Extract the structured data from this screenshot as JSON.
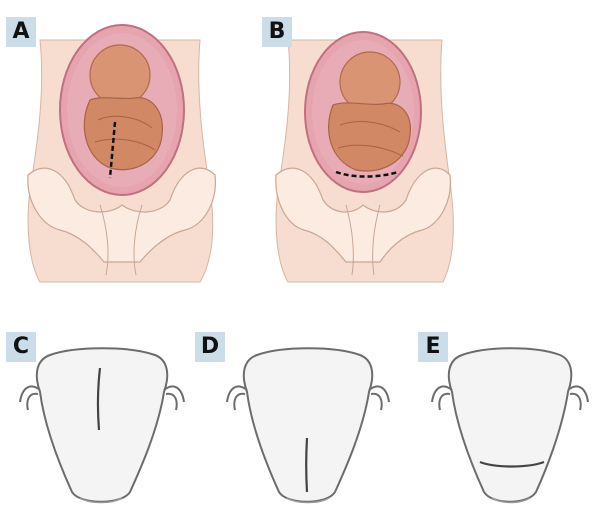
{
  "panels": [
    {
      "id": "A",
      "label": "A"
    },
    {
      "id": "B",
      "label": "B"
    },
    {
      "id": "C",
      "label": "C"
    },
    {
      "id": "D",
      "label": "D"
    },
    {
      "id": "E",
      "label": "E"
    }
  ],
  "colors": {
    "label_bg": "#cbdde9",
    "skin": "#f3d2bf",
    "uterus": "#d98a98",
    "fetus": "#d58a6a",
    "outline": "#7a7a7a",
    "incision": "#111111"
  }
}
